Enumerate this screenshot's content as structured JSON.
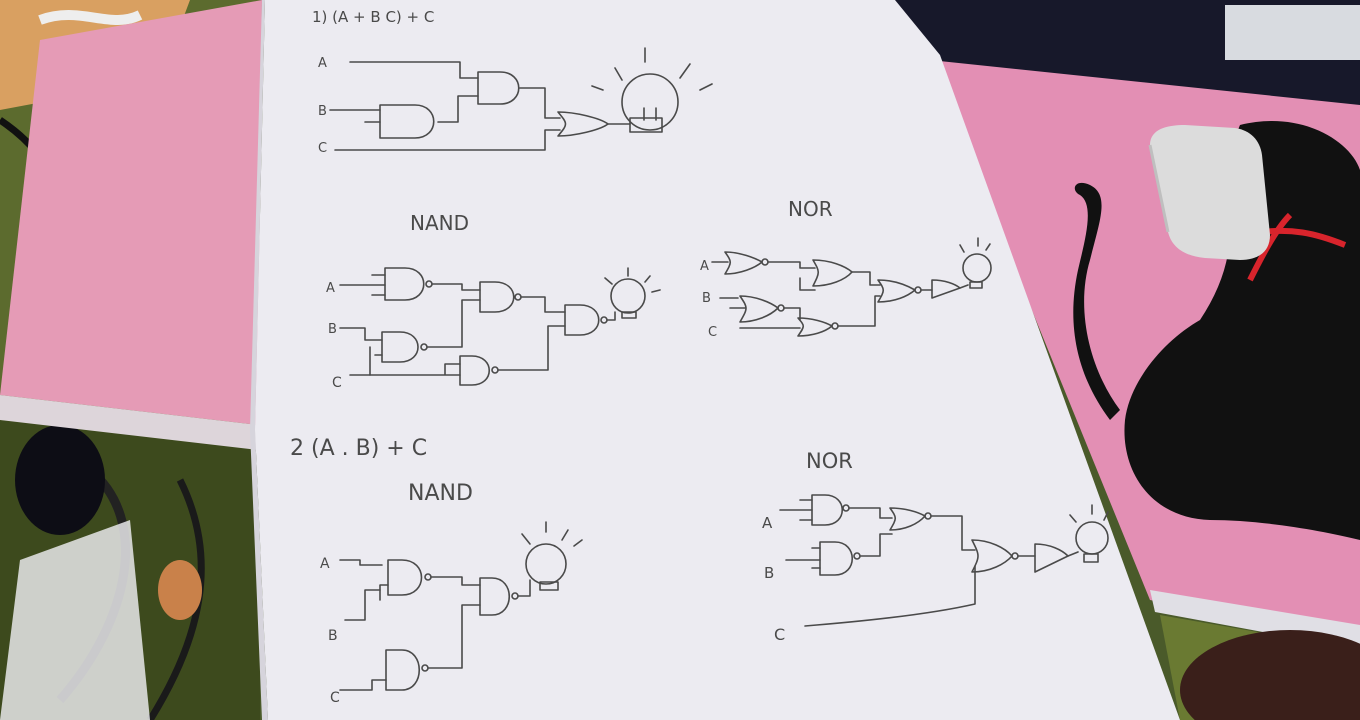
{
  "sheet": {
    "heading_1": "1) (A + B C) + C",
    "heading_2": "2 (A . B) + C",
    "label_nand": "NAND",
    "label_nor": "NOR",
    "input_a": "A",
    "input_b": "B",
    "input_c": "C"
  },
  "colors": {
    "paper": "#ecebf1",
    "pencil": "#4a4a4a",
    "pink_folder": "#e59bb6",
    "cat": "#111111",
    "ribbon": "#d8242c"
  }
}
